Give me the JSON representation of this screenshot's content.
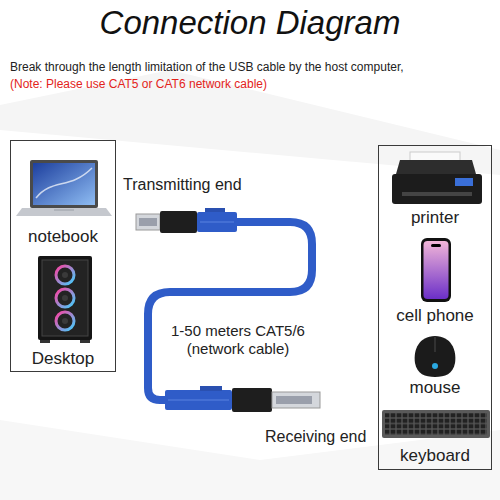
{
  "diagram": {
    "title": "Connection Diagram",
    "nodes": [
      {
        "text": []
      },
      {
        "text": [
          "notebook"
        ],
        "in": 0
      },
      {
        "text": [
          "Desktop"
        ],
        "in": 0
      },
      {
        "text": [
          "Transmitting end"
        ]
      },
      {
        "text": [
          "Receiving end"
        ]
      },
      {
        "text": []
      },
      {
        "text": [
          "printer"
        ],
        "in": 5
      },
      {
        "text": [
          "cell phone"
        ],
        "in": 5
      },
      {
        "text": [
          "mouse"
        ],
        "in": 5
      },
      {
        "text": [
          "keyboard"
        ],
        "in": 5
      }
    ],
    "edges": [
      {
        "from": 3,
        "to": 4,
        "arrow": "none",
        "label": "1-50 meters CAT5/6 (network cable)"
      }
    ],
    "labels": [
      "Break through the length limitation of the USB cable by the host computer,",
      "(Note: Please use CAT5 or CAT6 network cable)"
    ]
  }
}
